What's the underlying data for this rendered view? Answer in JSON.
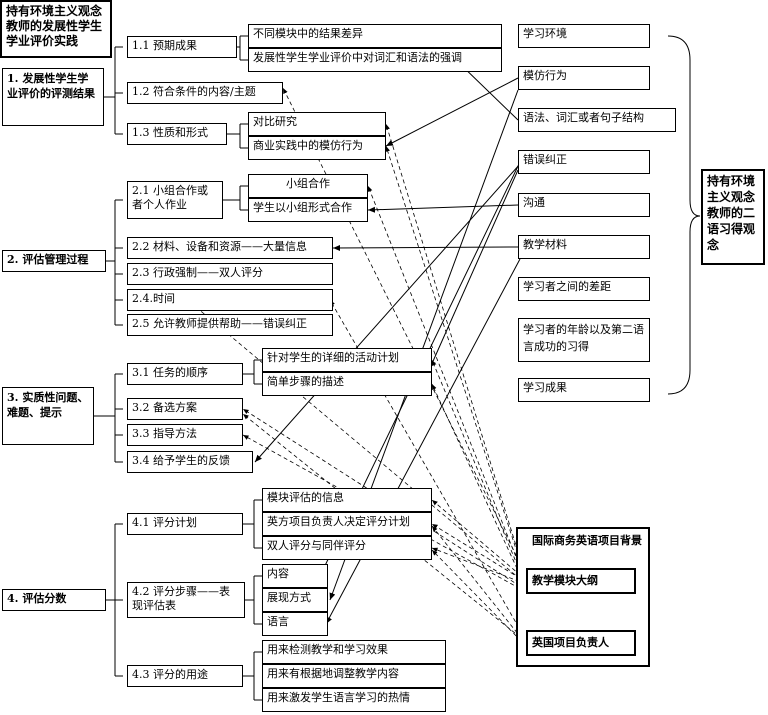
{
  "left_title": "持有环境主义观念教师的发展性学生学业评价实践",
  "right_title": "持有环境主义观念教师的二语习得观念",
  "sections": [
    {
      "label": "1. 发展性学生学业评价的评测结果",
      "subs": [
        {
          "label": "1.1 预期成果",
          "leaves": [
            "不同模块中的结果差异",
            "发展性学生学业评价中对词汇和语法的强调"
          ]
        },
        {
          "label": "1.2 符合条件的内容/主题",
          "leaves": []
        },
        {
          "label": "1.3 性质和形式",
          "leaves": [
            "对比研究",
            "商业实践中的模仿行为"
          ]
        }
      ]
    },
    {
      "label": "2. 评估管理过程",
      "subs": [
        {
          "label": "2.1 小组合作或者个人作业",
          "leaves": [
            "小组合作",
            "学生以小组形式合作"
          ]
        },
        {
          "label": "2.2 材料、设备和资源——大量信息",
          "leaves": []
        },
        {
          "label": "2.3 行政强制——双人评分",
          "leaves": []
        },
        {
          "label": "2.4.时间",
          "leaves": []
        },
        {
          "label": "2.5 允许教师提供帮助——错误纠正",
          "leaves": []
        }
      ]
    },
    {
      "label": "3. 实质性问题、难题、提示",
      "subs": [
        {
          "label": "3.1 任务的顺序",
          "leaves": [
            "针对学生的详细的活动计划",
            "简单步骤的描述"
          ]
        },
        {
          "label": "3.2 备选方案",
          "leaves": []
        },
        {
          "label": "3.3 指导方法",
          "leaves": []
        },
        {
          "label": "3.4 给予学生的反馈",
          "leaves": []
        }
      ]
    },
    {
      "label": "4. 评估分数",
      "subs": [
        {
          "label": "4.1 评分计划",
          "leaves": [
            "模块评估的信息",
            "英方项目负责人决定评分计划",
            "双人评分与同伴评分"
          ]
        },
        {
          "label": "4.2 评分步骤——表现评估表",
          "leaves": [
            "内容",
            "展现方式",
            "语言"
          ]
        },
        {
          "label": "4.3 评分的用途",
          "leaves": [
            "用来检测教学和学习效果",
            "用来有根据地调整教学内容",
            "用来激发学生语言学习的热情"
          ]
        }
      ]
    }
  ],
  "right_items": [
    "学习环境",
    "模仿行为",
    "语法、词汇或者句子结构",
    "错误纠正",
    "沟通",
    "教学材料",
    "学习者之间的差距",
    "学习者的年龄以及第二语言成功的习得",
    "学习成果"
  ],
  "background": {
    "title": "国际商务英语项目背景",
    "items": [
      "教学模块大纲",
      "英国项目负责人"
    ]
  }
}
